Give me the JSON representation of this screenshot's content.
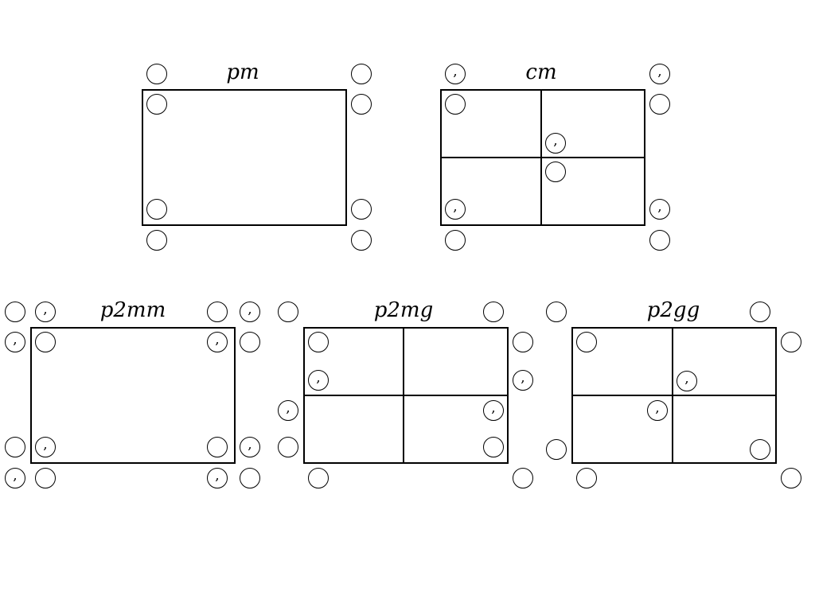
{
  "diagram": {
    "panels": [
      {
        "title": "pm"
      },
      {
        "title": "cm"
      },
      {
        "title": "p2mm"
      },
      {
        "title": "p2mg"
      },
      {
        "title": "p2gg"
      }
    ],
    "motif_types": [
      "plain-circle",
      "circle-with-comma"
    ]
  }
}
